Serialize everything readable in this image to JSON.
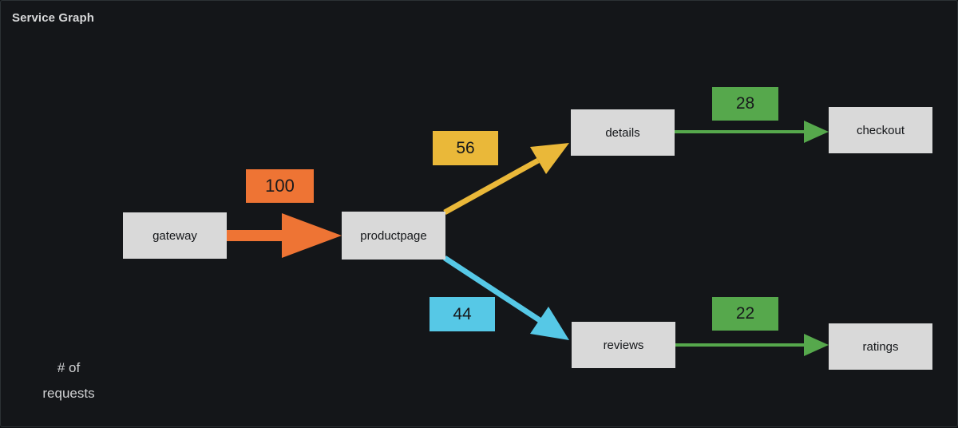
{
  "panel": {
    "title": "Service Graph",
    "legend_line1": "# of",
    "legend_line2": "requests"
  },
  "nodes": [
    {
      "id": "gateway",
      "label": "gateway"
    },
    {
      "id": "productpage",
      "label": "productpage"
    },
    {
      "id": "details",
      "label": "details"
    },
    {
      "id": "checkout",
      "label": "checkout"
    },
    {
      "id": "reviews",
      "label": "reviews"
    },
    {
      "id": "ratings",
      "label": "ratings"
    }
  ],
  "edges": [
    {
      "from": "gateway",
      "to": "productpage",
      "value": "100",
      "color": "#ee7434"
    },
    {
      "from": "productpage",
      "to": "details",
      "value": "56",
      "color": "#eab839"
    },
    {
      "from": "productpage",
      "to": "reviews",
      "value": "44",
      "color": "#56c8e6"
    },
    {
      "from": "details",
      "to": "checkout",
      "value": "28",
      "color": "#56a84c"
    },
    {
      "from": "reviews",
      "to": "ratings",
      "value": "22",
      "color": "#56a84c"
    }
  ],
  "colors": {
    "node_bg": "#d9d9d9",
    "node_text": "#141619",
    "background": "#141619",
    "border": "#2c3235",
    "title_text": "#d8d9da"
  }
}
